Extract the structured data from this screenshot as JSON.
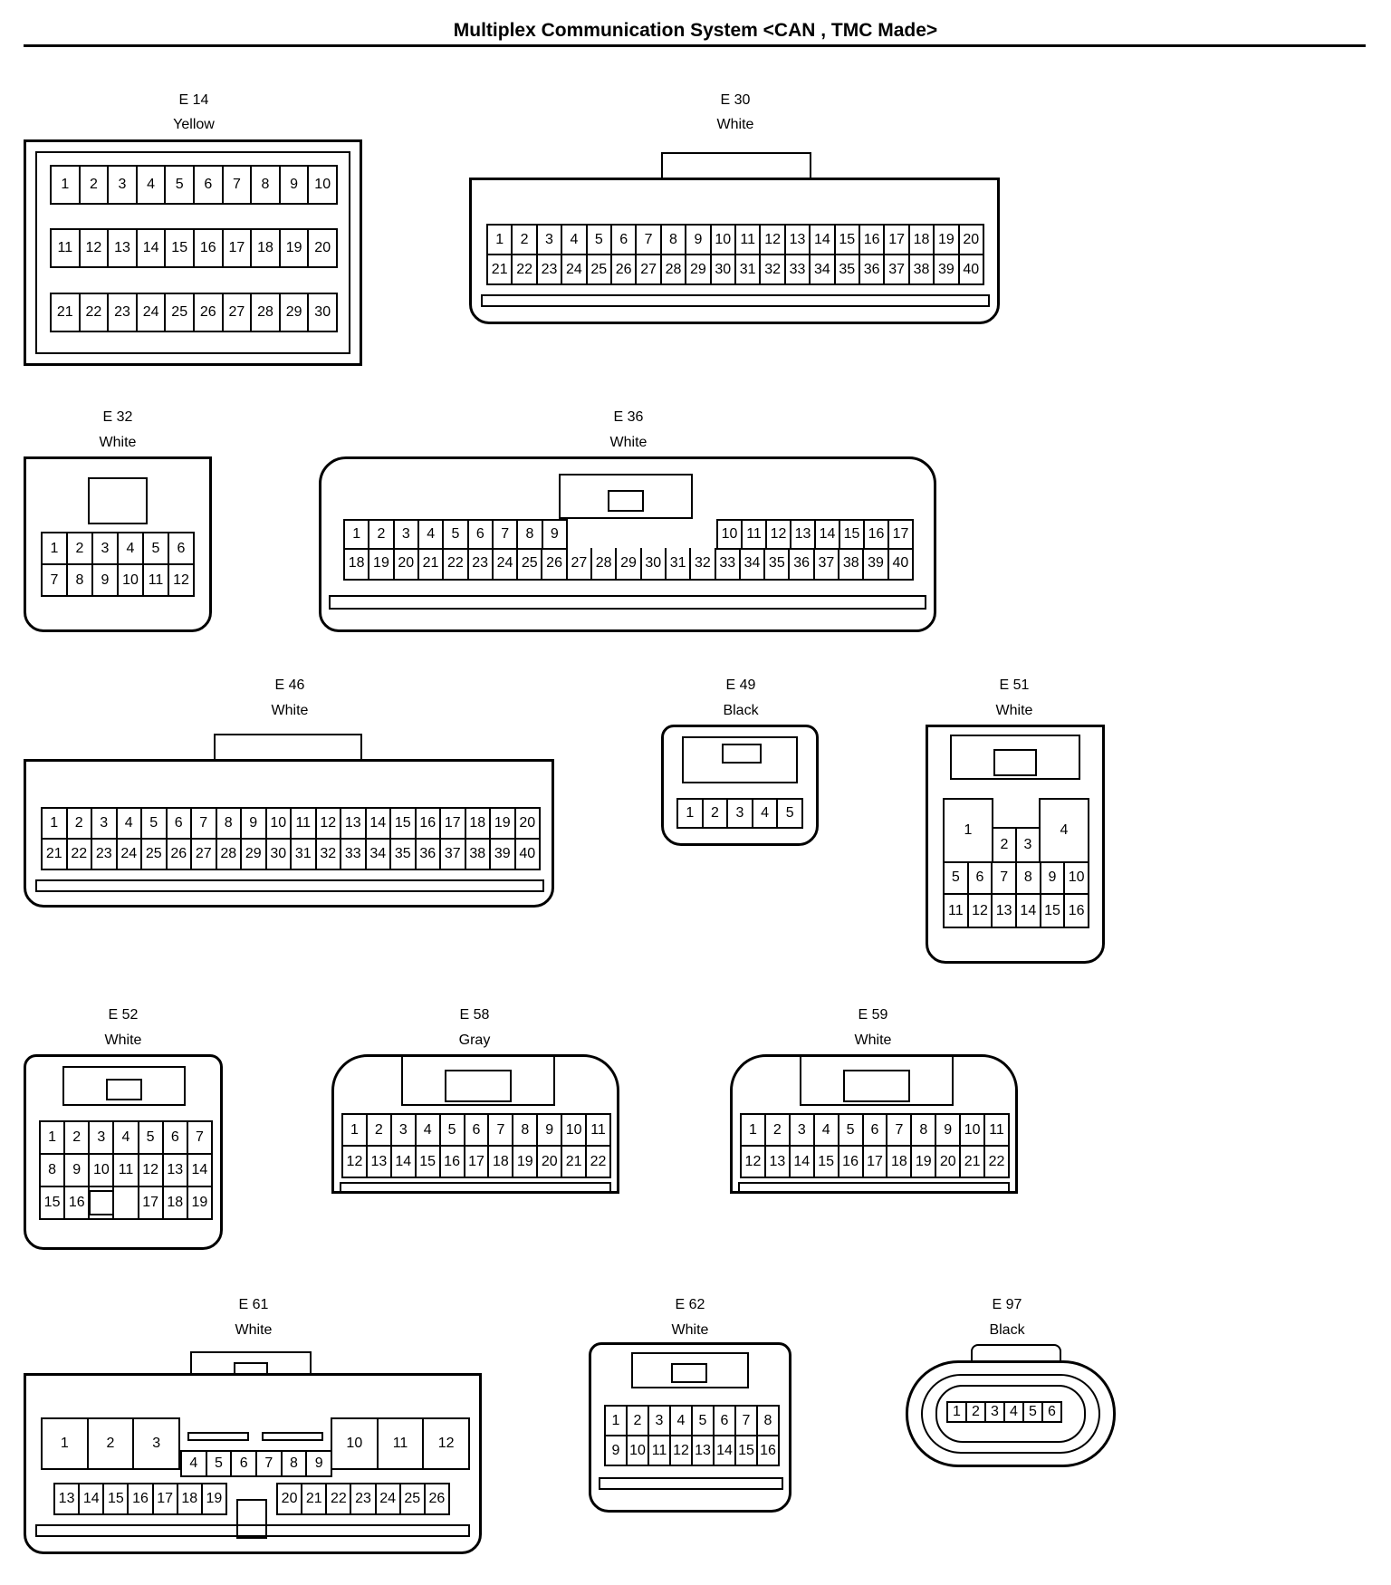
{
  "title": "Multiplex Communication System <CAN , TMC Made>",
  "connectors": {
    "E14": {
      "id": "E 14",
      "color": "Yellow"
    },
    "E30": {
      "id": "E 30",
      "color": "White"
    },
    "E32": {
      "id": "E 32",
      "color": "White"
    },
    "E36": {
      "id": "E 36",
      "color": "White"
    },
    "E46": {
      "id": "E 46",
      "color": "White"
    },
    "E49": {
      "id": "E 49",
      "color": "Black"
    },
    "E51": {
      "id": "E 51",
      "color": "White"
    },
    "E52": {
      "id": "E 52",
      "color": "White"
    },
    "E58": {
      "id": "E 58",
      "color": "Gray"
    },
    "E59": {
      "id": "E 59",
      "color": "White"
    },
    "E61": {
      "id": "E 61",
      "color": "White"
    },
    "E62": {
      "id": "E 62",
      "color": "White"
    },
    "E97": {
      "id": "E 97",
      "color": "Black"
    }
  }
}
